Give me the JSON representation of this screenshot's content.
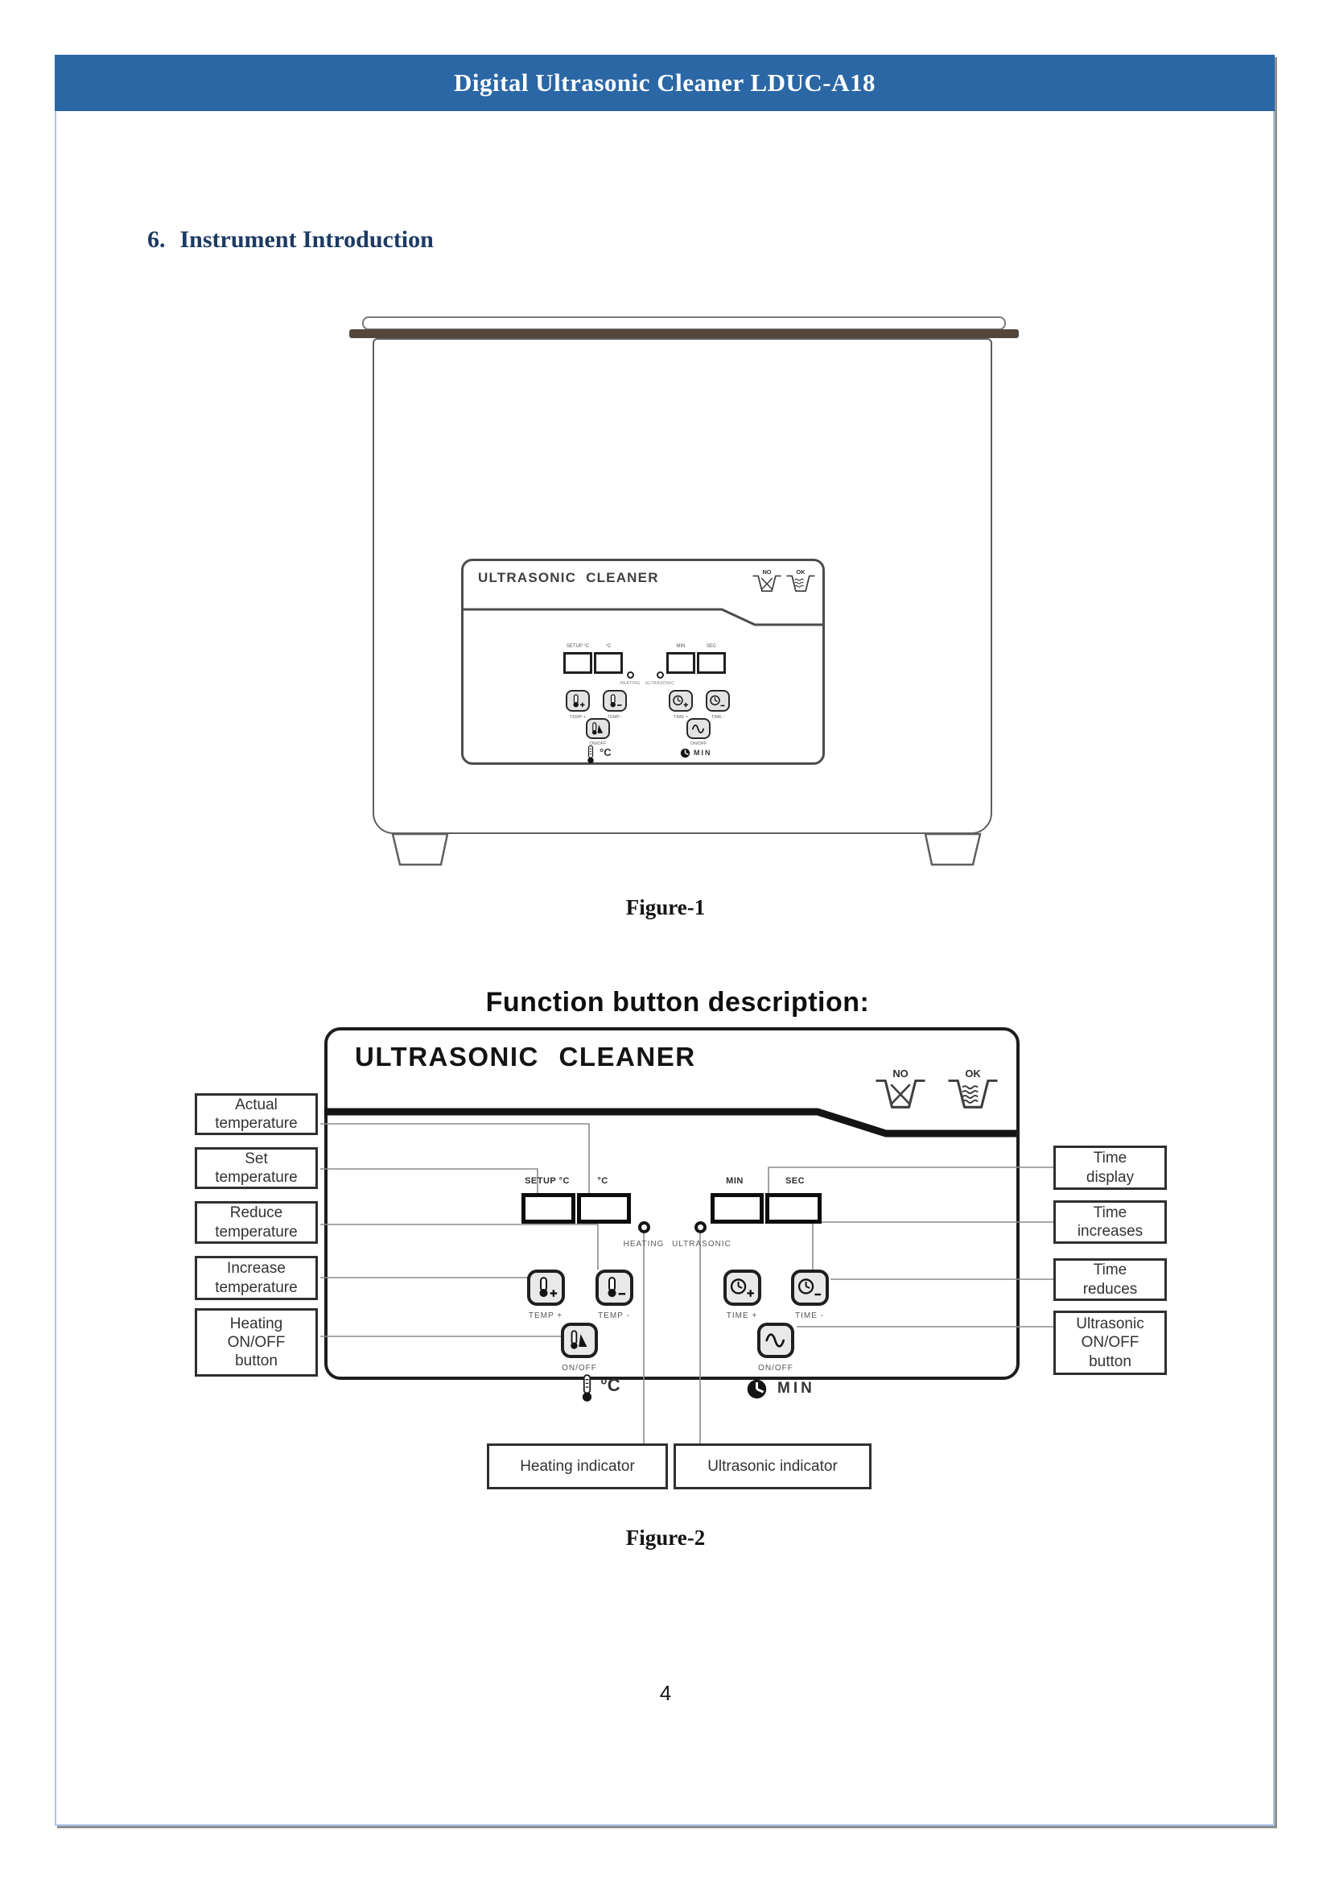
{
  "header": {
    "title": "Digital Ultrasonic Cleaner LDUC-A18"
  },
  "section": {
    "number": "6.",
    "title": "Instrument Introduction"
  },
  "panel": {
    "title": "ULTRASONIC CLEANER",
    "no_label": "NO",
    "ok_label": "OK",
    "display_labels": {
      "setup": "SETUP °C",
      "actual": "°C",
      "min": "MIN",
      "sec": "SEC"
    },
    "indicator_labels": {
      "heating": "HEATING",
      "ultrasonic": "ULTRASONIC"
    },
    "button_labels": {
      "temp_plus": "TEMP +",
      "temp_minus": "TEMP -",
      "heating_onoff": "ON/OFF",
      "time_plus": "TIME +",
      "time_minus": "TIME -",
      "ultrasonic_onoff": "ON/OFF"
    },
    "unit_celsius": "°C",
    "unit_min": "MIN"
  },
  "figure1": {
    "caption": "Figure-1"
  },
  "figure2": {
    "heading": "Function button description:",
    "caption": "Figure-2",
    "callouts": {
      "actual_temperature": "Actual\ntemperature",
      "set_temperature": "Set\ntemperature",
      "reduce_temperature": "Reduce\ntemperature",
      "increase_temperature": "Increase\ntemperature",
      "heating_onoff_button": "Heating\nON/OFF\nbutton",
      "time_display": "Time\ndisplay",
      "time_increases": "Time\nincreases",
      "time_reduces": "Time\nreduces",
      "ultrasonic_onoff_button": "Ultrasonic\nON/OFF\nbutton",
      "heating_indicator": "Heating indicator",
      "ultrasonic_indicator": "Ultrasonic indicator"
    }
  },
  "footer": {
    "page_number": "4"
  },
  "colors": {
    "header_bg": "#2b67a5",
    "header_text": "#ffffff",
    "section_heading": "#1c3a63",
    "page_border": "#a9c7e7",
    "diagram_line": "#141414",
    "lid_brown": "#55463c"
  }
}
